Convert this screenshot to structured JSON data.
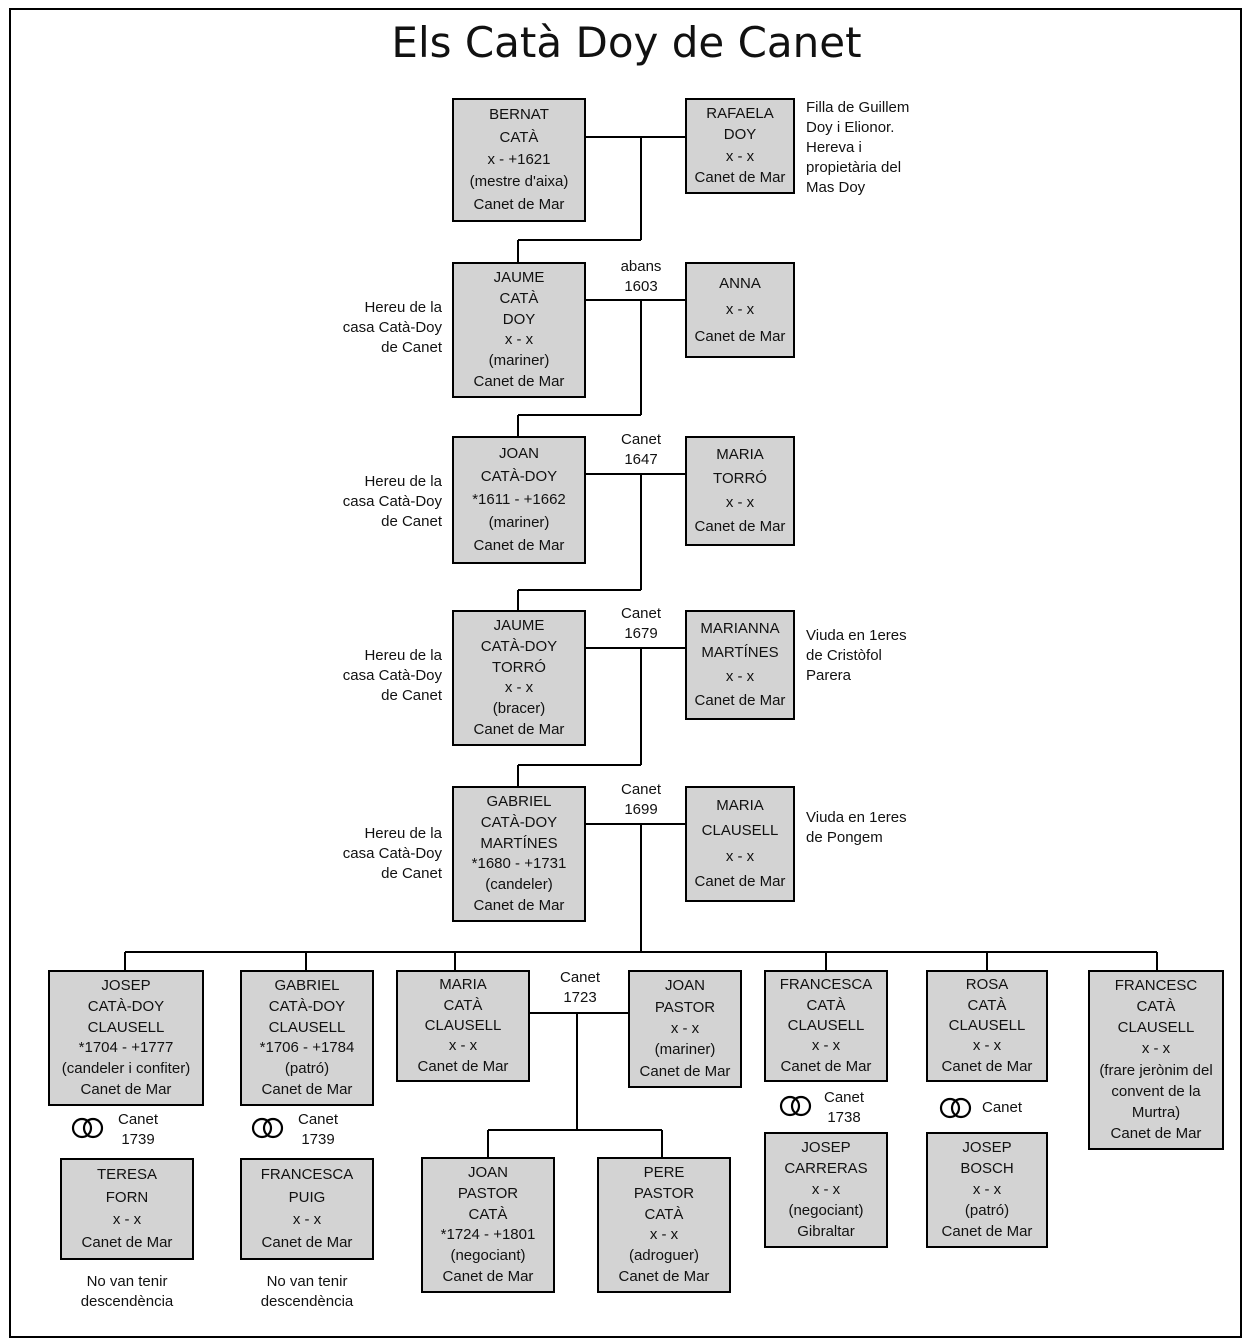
{
  "title": "Els Catà Doy de Canet",
  "people": {
    "bernat": [
      "BERNAT",
      "CATÀ",
      "x - +1621",
      "(mestre d'aixa)",
      "Canet de Mar"
    ],
    "rafaela": [
      "RAFAELA",
      "DOY",
      "x - x",
      "Canet de Mar"
    ],
    "jaume1": [
      "JAUME",
      "CATÀ",
      "DOY",
      "x - x",
      "(mariner)",
      "Canet de Mar"
    ],
    "anna": [
      "ANNA",
      "x - x",
      "Canet de Mar"
    ],
    "joan1": [
      "JOAN",
      "CATÀ-DOY",
      "*1611 - +1662",
      "(mariner)",
      "Canet de Mar"
    ],
    "maria_torro": [
      "MARIA",
      "TORRÓ",
      "x - x",
      "Canet de Mar"
    ],
    "jaume2": [
      "JAUME",
      "CATÀ-DOY",
      "TORRÓ",
      "x - x",
      "(bracer)",
      "Canet de Mar"
    ],
    "marianna": [
      "MARIANNA",
      "MARTÍNES",
      "x - x",
      "Canet de Mar"
    ],
    "gabriel1": [
      "GABRIEL",
      "CATÀ-DOY",
      "MARTÍNES",
      "*1680 - +1731",
      "(candeler)",
      "Canet de Mar"
    ],
    "maria_clausell": [
      "MARIA",
      "CLAUSELL",
      "x - x",
      "Canet de Mar"
    ],
    "josep1": [
      "JOSEP",
      "CATÀ-DOY",
      "CLAUSELL",
      "*1704 - +1777",
      "(candeler i confiter)",
      "Canet de Mar"
    ],
    "gabriel2": [
      "GABRIEL",
      "CATÀ-DOY",
      "CLAUSELL",
      "*1706 - +1784",
      "(patró)",
      "Canet de Mar"
    ],
    "maria2": [
      "MARIA",
      "CATÀ",
      "CLAUSELL",
      "x - x",
      "Canet de Mar"
    ],
    "joan_pastor": [
      "JOAN",
      "PASTOR",
      "x - x",
      "(mariner)",
      "Canet de Mar"
    ],
    "francesca": [
      "FRANCESCA",
      "CATÀ",
      "CLAUSELL",
      "x - x",
      "Canet de Mar"
    ],
    "rosa": [
      "ROSA",
      "CATÀ",
      "CLAUSELL",
      "x - x",
      "Canet de Mar"
    ],
    "francesc": [
      "FRANCESC",
      "CATÀ",
      "CLAUSELL",
      "x - x",
      "(frare jerònim del",
      "convent de la",
      "Murtra)",
      "Canet de Mar"
    ],
    "teresa": [
      "TERESA",
      "FORN",
      "x - x",
      "Canet de Mar"
    ],
    "francesca_puig": [
      "FRANCESCA",
      "PUIG",
      "x - x",
      "Canet de Mar"
    ],
    "joan_pastor_cata": [
      "JOAN",
      "PASTOR",
      "CATÀ",
      "*1724 - +1801",
      "(negociant)",
      "Canet de Mar"
    ],
    "pere": [
      "PERE",
      "PASTOR",
      "CATÀ",
      "x - x",
      "(adroguer)",
      "Canet de Mar"
    ],
    "josep_carreras": [
      "JOSEP",
      "CARRERAS",
      "x - x",
      "(negociant)",
      "Gibraltar"
    ],
    "josep_bosch": [
      "JOSEP",
      "BOSCH",
      "x - x",
      "(patró)",
      "Canet de Mar"
    ]
  },
  "notes": {
    "rafaela": [
      "Filla de Guillem",
      "Doy i Elionor.",
      "Hereva i",
      "propietària del",
      "Mas Doy"
    ],
    "hereu1": [
      "Hereu de la",
      "casa Catà-Doy",
      "de Canet"
    ],
    "hereu2": [
      "Hereu de la",
      "casa Catà-Doy",
      "de Canet"
    ],
    "hereu3": [
      "Hereu de la",
      "casa Catà-Doy",
      "de Canet"
    ],
    "hereu4": [
      "Hereu de la",
      "casa Catà-Doy",
      "de Canet"
    ],
    "marianna": [
      "Viuda en 1eres",
      "de Cristòfol",
      "Parera"
    ],
    "maria_clausell": [
      "Viuda en 1eres",
      "de Pongem"
    ],
    "no_desc1": [
      "No van tenir",
      "descendència"
    ],
    "no_desc2": [
      "No van tenir",
      "descendència"
    ]
  },
  "marriages": {
    "m1603": [
      "abans",
      "1603"
    ],
    "m1647": [
      "Canet",
      "1647"
    ],
    "m1679": [
      "Canet",
      "1679"
    ],
    "m1699": [
      "Canet",
      "1699"
    ],
    "m1723": [
      "Canet",
      "1723"
    ],
    "m1739a": [
      "Canet",
      "1739"
    ],
    "m1739b": [
      "Canet",
      "1739"
    ],
    "m1738": [
      "Canet",
      "1738"
    ],
    "mrosa": [
      "Canet"
    ]
  }
}
